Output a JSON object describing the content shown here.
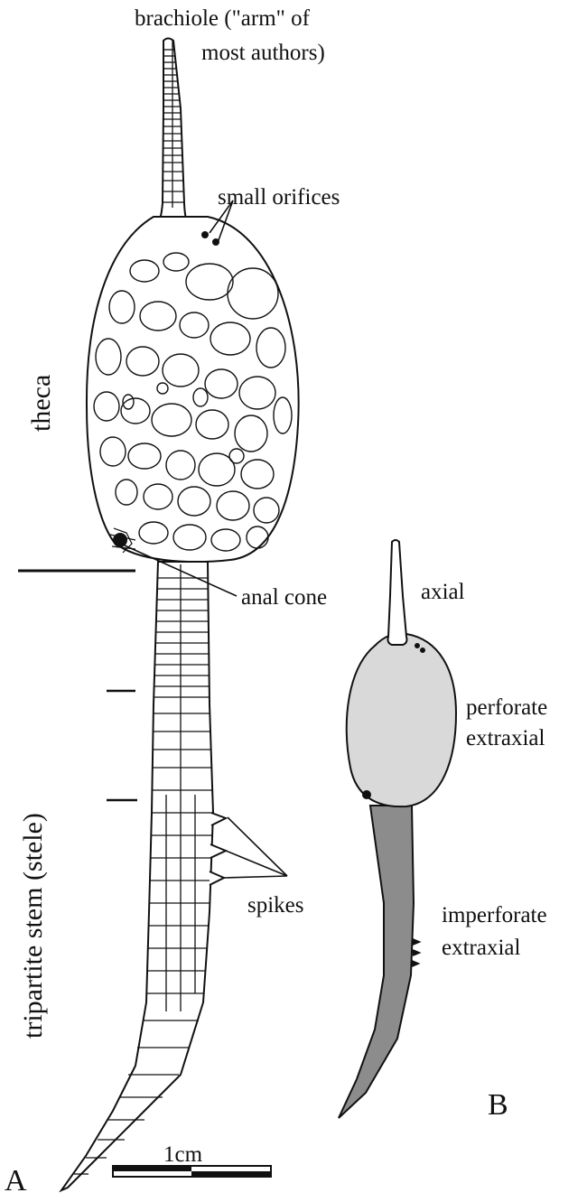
{
  "labels": {
    "brachiole_line1": "brachiole (\"arm\" of",
    "brachiole_line2": "most authors)",
    "small_orifices": "small orifices",
    "theca": "theca",
    "anal_cone": "anal cone",
    "stem": "tripartite stem (stele)",
    "spikes": "spikes",
    "scale": "1cm",
    "panel_a": "A",
    "panel_b": "B"
  },
  "panel_b_labels": {
    "axial": "axial",
    "perforate_line1": "perforate",
    "perforate_line2": "extraxial",
    "imperforate_line1": "imperforate",
    "imperforate_line2": "extraxial"
  },
  "colors": {
    "ink": "#111111",
    "perforate_fill": "#d9d9d9",
    "imperforate_fill": "#8c8c8c",
    "axial_fill": "#ffffff"
  }
}
